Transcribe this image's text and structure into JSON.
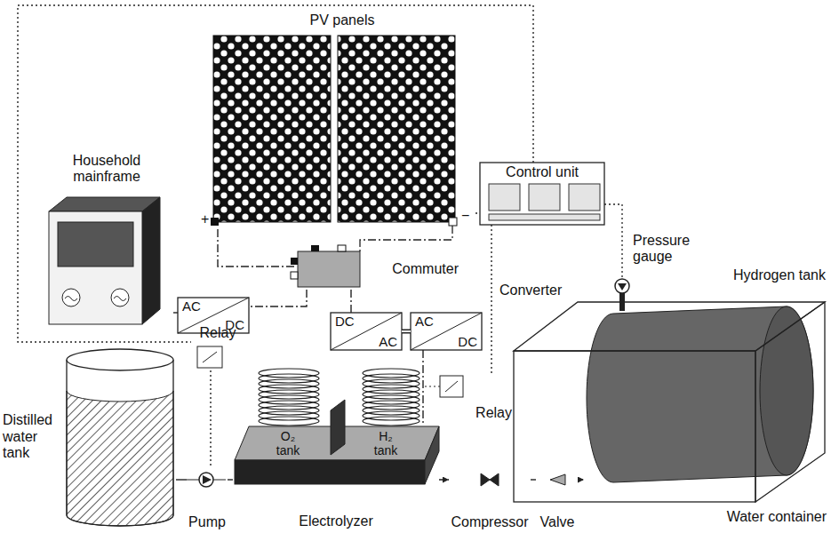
{
  "diagram": {
    "nodes": [
      {
        "text": [
          "PV panels"
        ]
      },
      {
        "text": [
          "Control unit"
        ]
      },
      {
        "text": [
          "Household mainframe"
        ]
      },
      {
        "text": [
          "AC",
          "DC"
        ]
      },
      {
        "text": [
          "Commuter"
        ]
      },
      {
        "text": [
          "DC",
          "AC"
        ]
      },
      {
        "text": [
          "AC",
          "DC"
        ]
      },
      {
        "text": [
          "Relay"
        ]
      },
      {
        "text": [
          "Relay"
        ]
      },
      {
        "text": [
          "Distilled water tank"
        ]
      },
      {
        "text": [
          "Pump"
        ]
      },
      {
        "text": [
          "Electrolyzer"
        ]
      },
      {
        "text": [
          "O₂ tank"
        ],
        "in": 11
      },
      {
        "text": [
          "H₂ tank"
        ],
        "in": 11
      },
      {
        "text": [
          "Compressor"
        ]
      },
      {
        "text": [
          "Valve"
        ]
      },
      {
        "text": [
          "Water container"
        ]
      },
      {
        "text": [
          "Hydrogen tank"
        ],
        "in": 16
      }
    ],
    "edges": [
      {
        "from": 0,
        "to": 4,
        "arrow": "none"
      },
      {
        "from": 0,
        "to": 1,
        "arrow": "none"
      },
      {
        "from": 2,
        "to": 3,
        "arrow": "none"
      },
      {
        "from": 4,
        "to": 3,
        "arrow": "none"
      },
      {
        "from": 4,
        "to": 5,
        "arrow": "none"
      },
      {
        "from": 5,
        "to": 6,
        "arrow": "none"
      },
      {
        "from": 6,
        "to": 11,
        "arrow": "none"
      },
      {
        "from": 1,
        "to": 8,
        "arrow": "none"
      },
      {
        "from": 1,
        "to": 7,
        "arrow": "none"
      },
      {
        "from": 7,
        "to": 10,
        "arrow": "none"
      },
      {
        "from": 9,
        "to": 10,
        "arrow": "none"
      },
      {
        "from": 10,
        "to": 11,
        "arrow": "none"
      },
      {
        "from": 11,
        "to": 14,
        "arrow": "to"
      },
      {
        "from": 14,
        "to": 15,
        "arrow": "none"
      },
      {
        "from": 15,
        "to": 17,
        "arrow": "to"
      }
    ],
    "labels": [
      "+",
      "−",
      "Converter",
      "Pressure gauge"
    ]
  }
}
